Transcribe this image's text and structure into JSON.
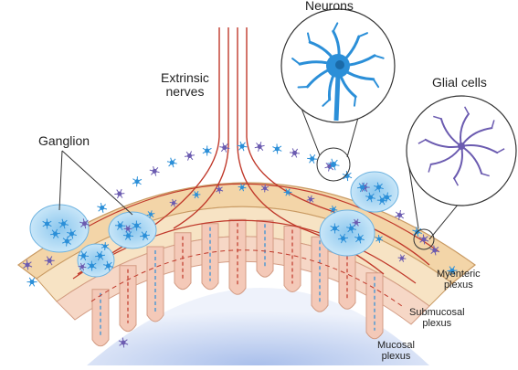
{
  "labels": {
    "neurons": "Neurons",
    "glial_cells": "Glial cells",
    "extrinsic_nerves": [
      "Extrinsic",
      "nerves"
    ],
    "ganglion": "Ganglion",
    "myenteric_plexus": [
      "Myenteric",
      "plexus"
    ],
    "submucosal_plexus": [
      "Submucosal",
      "plexus"
    ],
    "mucosal_plexus": [
      "Mucosal",
      "plexus"
    ]
  },
  "colors": {
    "muscle_outer": "#f3d5a8",
    "muscle_inner": "#f7e3c4",
    "mucosa": "#f4c9b8",
    "lumen": "#c9d7f2",
    "nerve": "#c0392b",
    "neuron": "#2b8fd8",
    "glia": "#6b5bb0",
    "ganglion": "#a9d4ef",
    "callout_line": "#333333"
  }
}
